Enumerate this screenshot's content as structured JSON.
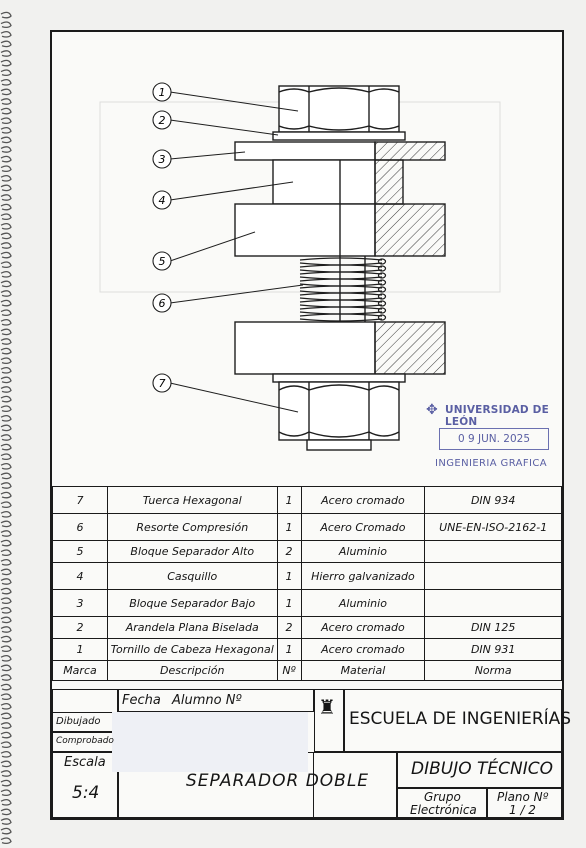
{
  "balloons": [
    "1",
    "2",
    "3",
    "4",
    "5",
    "6",
    "7"
  ],
  "stamp": {
    "line1": "UNIVERSIDAD DE LEÓN",
    "date": "0 9 JUN. 2025",
    "line3": "INGENIERIA GRAFICA"
  },
  "bom": {
    "rows": [
      {
        "marca": "7",
        "descripcion": "Tuerca Hexagonal",
        "n": "1",
        "material": "Acero cromado",
        "norma": "DIN 934"
      },
      {
        "marca": "6",
        "descripcion": "Resorte Compresión",
        "n": "1",
        "material": "Acero Cromado",
        "norma": "UNE-EN-ISO-2162-1"
      },
      {
        "marca": "5",
        "descripcion": "Bloque Separador Alto",
        "n": "2",
        "material": "Aluminio",
        "norma": ""
      },
      {
        "marca": "4",
        "descripcion": "Casquillo",
        "n": "1",
        "material": "Hierro galvanizado",
        "norma": ""
      },
      {
        "marca": "3",
        "descripcion": "Bloque Separador Bajo",
        "n": "1",
        "material": "Aluminio",
        "norma": ""
      },
      {
        "marca": "2",
        "descripcion": "Arandela Plana Biselada",
        "n": "2",
        "material": "Acero cromado",
        "norma": "DIN 125"
      },
      {
        "marca": "1",
        "descripcion": "Tornillo de Cabeza Hexagonal",
        "n": "1",
        "material": "Acero cromado",
        "norma": "DIN 931"
      }
    ],
    "header": {
      "marca": "Marca",
      "descripcion": "Descripción",
      "n": "Nº",
      "material": "Material",
      "norma": "Norma"
    }
  },
  "title_block": {
    "fecha": "Fecha",
    "alumno": "Alumno Nº",
    "dibujado": "Dibujado",
    "comprobado": "Comprobado",
    "escala_label": "Escala",
    "escala_value": "5:4",
    "title": "SEPARADOR DOBLE",
    "school": "ESCUELA DE INGENIERÍAS",
    "subject": "DIBUJO TÉCNICO",
    "grupo_label": "Grupo",
    "grupo_value": "Electrónica",
    "plano_label": "Plano Nº",
    "plano_value": "1 / 2"
  }
}
